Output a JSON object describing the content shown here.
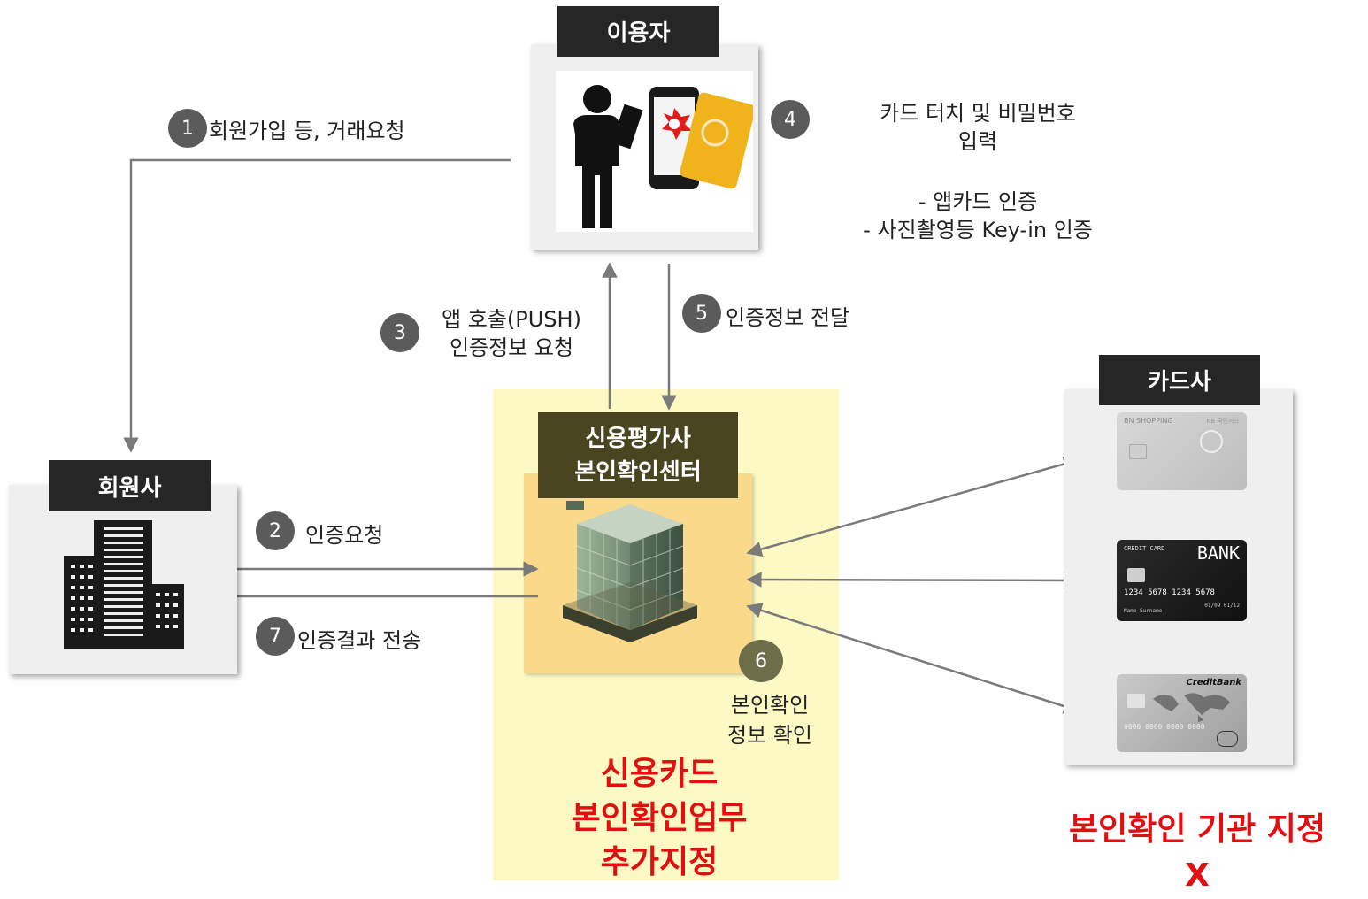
{
  "nodes": {
    "user": "이용자",
    "member": "회원사",
    "cb_line1": "신용평가사",
    "cb_line2": "본인확인센터",
    "card_company": "카드사"
  },
  "steps": {
    "s1": {
      "num": "1",
      "label": "회원가입 등, 거래요청"
    },
    "s2": {
      "num": "2",
      "label": "인증요청"
    },
    "s3": {
      "num": "3",
      "line1": "앱 호출(PUSH)",
      "line2": "인증정보 요청"
    },
    "s4": {
      "num": "4",
      "line1": "카드 터치  및 비밀번호",
      "line2": "입력",
      "line3": "- 앱카드 인증",
      "line4": "- 사진촬영등 Key-in 인증"
    },
    "s5": {
      "num": "5",
      "label": "인증정보 전달"
    },
    "s6": {
      "num": "6",
      "line1": "본인확인",
      "line2": "정보 확인"
    },
    "s7": {
      "num": "7",
      "label": "인증결과 전송"
    }
  },
  "highlights": {
    "cb_line1": "신용카드",
    "cb_line2": "본인확인업무",
    "cb_line3": "추가지정",
    "card_line1": "본인확인 기관 지정",
    "card_line2": "X"
  },
  "cards": {
    "c1": {
      "brand": "BN SHOPPING",
      "issuer": "KB 국민카드"
    },
    "c2": {
      "top": "CREDIT CARD",
      "bank": "BANK",
      "number": "1234 5678 1234 5678",
      "name": "Name Surname",
      "exp": "01/09  01/12"
    },
    "c3": {
      "brand": "CreditBank",
      "number": "0000 0000 0000 0000"
    }
  },
  "colors": {
    "header_bg": "#262626",
    "step_bg": "#5b5b5b",
    "highlight_red": "#e01010",
    "cb_zone": "#fdf9c4",
    "cb_header": "#4a4521"
  }
}
